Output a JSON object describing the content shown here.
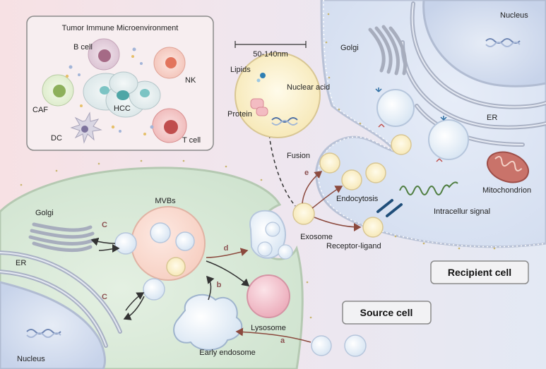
{
  "tme": {
    "title": "Tumor Immune Microenvironment",
    "cells": {
      "b_cell": "B cell",
      "nk": "NK",
      "caf": "CAF",
      "hcc": "HCC",
      "dc": "DC",
      "t_cell": "T cell"
    }
  },
  "exosome_detail": {
    "size_range": "50-140nm",
    "lipids": "Lipids",
    "protein": "Protein",
    "nuclear_acid": "Nuclear acid"
  },
  "recipient": {
    "box_label": "Recipient cell",
    "nucleus": "Nucleus",
    "golgi": "Golgi",
    "er": "ER",
    "mitochondrion": "Mitochondrion",
    "intracellular_signal": "Intracellur signal",
    "fusion": "Fusion",
    "endocytosis": "Endocytosis",
    "receptor_ligand": "Receptor-ligand"
  },
  "source": {
    "box_label": "Source cell",
    "mvbs": "MVBs",
    "golgi": "Golgi",
    "er": "ER",
    "nucleus": "Nucleus",
    "lysosome": "Lysosome",
    "early_endosome": "Early endosome",
    "exosome": "Exosome"
  },
  "steps": {
    "a": "a",
    "b": "b",
    "c1": "C",
    "c2": "C",
    "d": "d",
    "e": "e"
  },
  "colors": {
    "bg_left": "#f7e3e6",
    "bg_right": "#e7ebf4",
    "source_cell": "#dbeadb",
    "recipient_cell": "#dce4f1",
    "mvb": "#fbddd3",
    "exosome_inner": "#fbf3d2",
    "lysosome": "#f2c6cf",
    "nucleus": "#cdd8eb",
    "mitochondrion": "#c46b62",
    "arrow_brown": "#8c4a3e"
  }
}
